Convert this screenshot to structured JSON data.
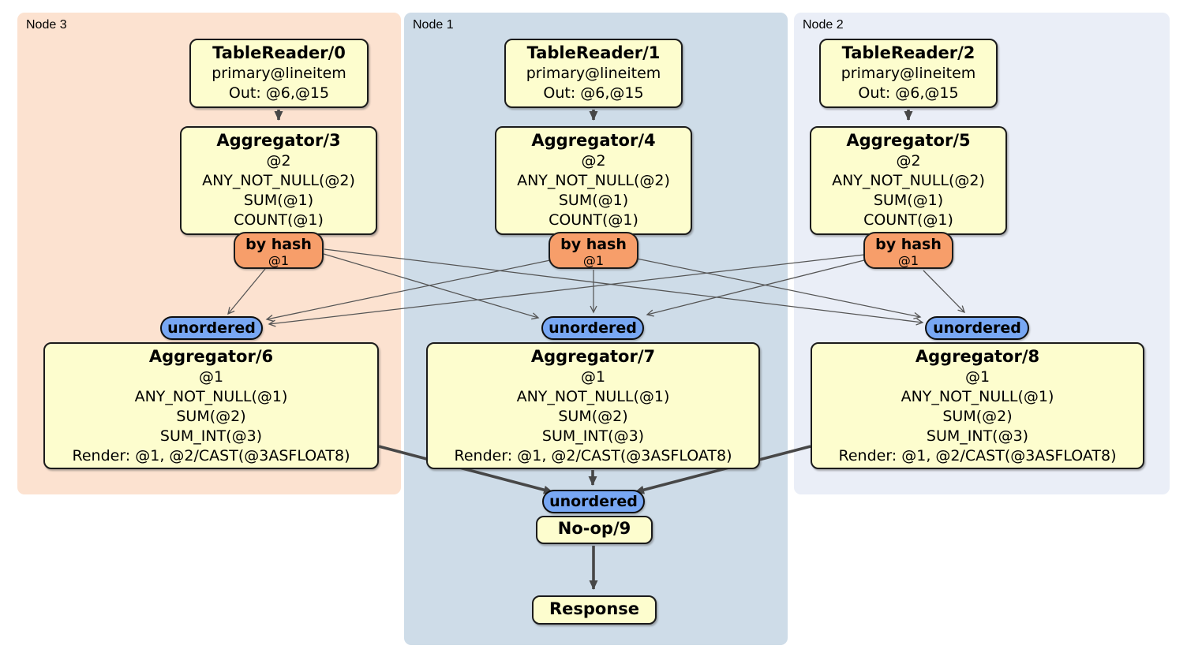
{
  "groups": [
    {
      "label": "Node 3",
      "bg": "#fce2d0"
    },
    {
      "label": "Node 1",
      "bg": "#cedce8"
    },
    {
      "label": "Node 2",
      "bg": "#eaeef7"
    }
  ],
  "readers": [
    {
      "title": "TableReader/0",
      "lines": [
        "primary@lineitem",
        "Out: @6,@15"
      ]
    },
    {
      "title": "TableReader/1",
      "lines": [
        "primary@lineitem",
        "Out: @6,@15"
      ]
    },
    {
      "title": "TableReader/2",
      "lines": [
        "primary@lineitem",
        "Out: @6,@15"
      ]
    }
  ],
  "top_aggs": [
    {
      "title": "Aggregator/3",
      "lines": [
        "@2",
        "ANY_NOT_NULL(@2)",
        "SUM(@1)",
        "COUNT(@1)"
      ]
    },
    {
      "title": "Aggregator/4",
      "lines": [
        "@2",
        "ANY_NOT_NULL(@2)",
        "SUM(@1)",
        "COUNT(@1)"
      ]
    },
    {
      "title": "Aggregator/5",
      "lines": [
        "@2",
        "ANY_NOT_NULL(@2)",
        "SUM(@1)",
        "COUNT(@1)"
      ]
    }
  ],
  "routers": [
    {
      "label": "by hash",
      "detail": "@1"
    },
    {
      "label": "by hash",
      "detail": "@1"
    },
    {
      "label": "by hash",
      "detail": "@1"
    }
  ],
  "syncs": [
    {
      "label": "unordered"
    },
    {
      "label": "unordered"
    },
    {
      "label": "unordered"
    },
    {
      "label": "unordered"
    }
  ],
  "bottom_aggs": [
    {
      "title": "Aggregator/6",
      "lines": [
        "@1",
        "ANY_NOT_NULL(@1)",
        "SUM(@2)",
        "SUM_INT(@3)",
        "Render: @1, @2/CAST(@3ASFLOAT8)"
      ]
    },
    {
      "title": "Aggregator/7",
      "lines": [
        "@1",
        "ANY_NOT_NULL(@1)",
        "SUM(@2)",
        "SUM_INT(@3)",
        "Render: @1, @2/CAST(@3ASFLOAT8)"
      ]
    },
    {
      "title": "Aggregator/8",
      "lines": [
        "@1",
        "ANY_NOT_NULL(@1)",
        "SUM(@2)",
        "SUM_INT(@3)",
        "Render: @1, @2/CAST(@3ASFLOAT8)"
      ]
    }
  ],
  "noop": {
    "title": "No-op/9"
  },
  "response": {
    "title": "Response"
  },
  "colors": {
    "group_node3_bg": "#fce2d0",
    "group_node1_bg": "#cedce8",
    "group_node2_bg": "#eaeef7",
    "processor_fill": "#fdfdce",
    "router_fill": "#f79e6a",
    "sync_fill": "#78a7f3",
    "edge": "#4d4d4d"
  }
}
